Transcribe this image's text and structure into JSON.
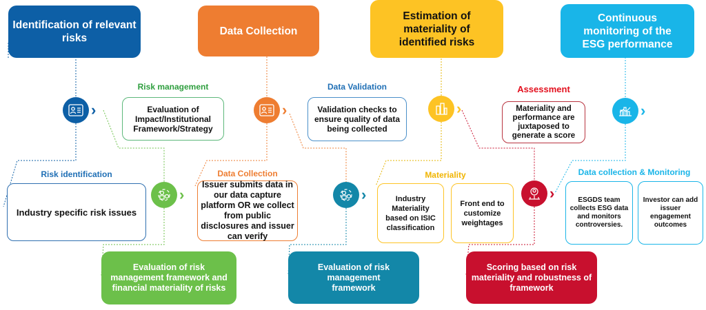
{
  "stages": [
    {
      "label": "Identification of relevant risks",
      "color": "#0d5fa6"
    },
    {
      "label": "Data Collection",
      "color": "#ee7d31"
    },
    {
      "label": "Estimation of materiality of identified risks",
      "color": "#fdc324"
    },
    {
      "label": "Continuous monitoring of the ESG performance",
      "color": "#19b5e8"
    }
  ],
  "upper": [
    {
      "title": "Risk management",
      "text": "Evaluation of Impact/Institutional Framework/Strategy",
      "color": "#2e9e3e",
      "border": "#5cb87a"
    },
    {
      "title": "Data Validation",
      "text": "Validation checks to ensure quality of data being collected",
      "color": "#1f6fb5",
      "border": "#4a8fc9"
    },
    {
      "title": "Assessment",
      "text": "Materiality and performance are juxtaposed to generate a score",
      "color": "#e3101e",
      "border": "#b8323e"
    }
  ],
  "lower": {
    "risk_identification": {
      "title": "Risk identification",
      "text": "Industry specific risk issues"
    },
    "data_collection": {
      "title": "Data Collection",
      "text": "Issuer submits data in our data capture platform OR we collect from public disclosures and issuer can verify"
    },
    "materiality": {
      "title": "Materiality",
      "cards": [
        "Industry Materiality based on ISIC classification",
        "Front end to customize weightages"
      ]
    },
    "monitoring": {
      "title": "Data collection & Monitoring",
      "cards": [
        "ESGDS team collects ESG data and monitors controversies.",
        "Investor can add issuer engagement outcomes"
      ]
    }
  },
  "bottom": [
    {
      "text": "Evaluation of risk management framework and financial materiality of risks",
      "color": "#6cc04a"
    },
    {
      "text": "Evaluation of risk management framework",
      "color": "#1387a8"
    },
    {
      "text": "Scoring based on risk materiality and robustness of framework",
      "color": "#c8102e"
    }
  ],
  "icons": [
    {
      "name": "id-card-icon",
      "color": "#0d5fa6"
    },
    {
      "name": "id-card-icon",
      "color": "#ee7d31"
    },
    {
      "name": "building-chart-icon",
      "color": "#fdc324"
    },
    {
      "name": "city-chart-icon",
      "color": "#19b5e8"
    },
    {
      "name": "process-cycle-icon",
      "color": "#6cc04a"
    },
    {
      "name": "process-cycle-icon",
      "color": "#1387a8"
    },
    {
      "name": "person-network-icon",
      "color": "#c8102e"
    }
  ]
}
